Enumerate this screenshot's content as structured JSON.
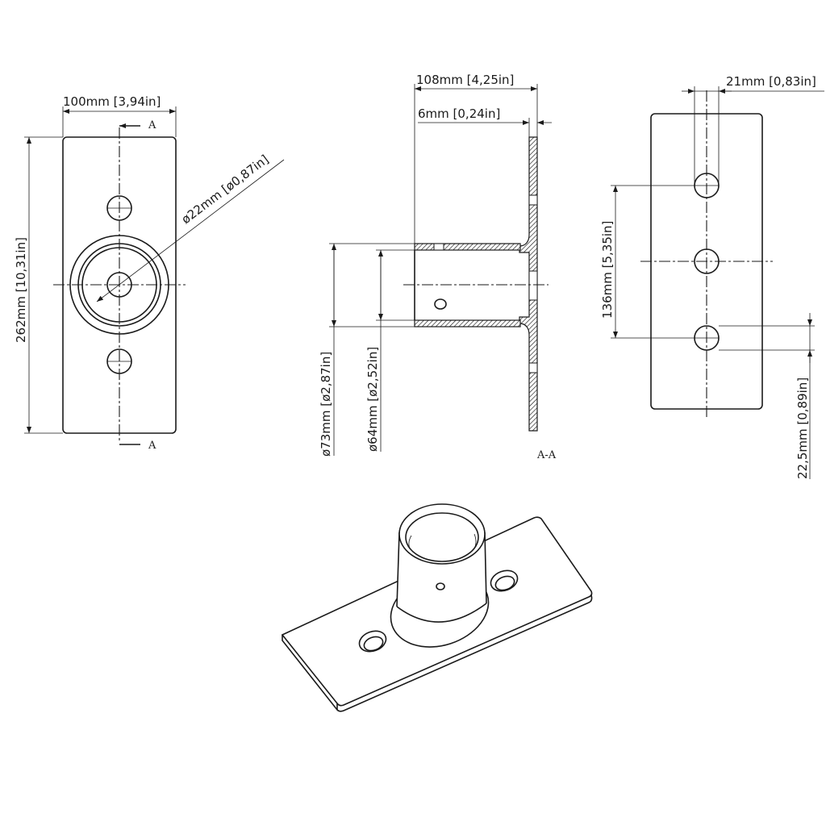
{
  "front_view": {
    "width_dim": "100mm [3,94in]",
    "height_dim": "262mm [10,31in]",
    "hole_dim": "ø22mm [ø0,87in]",
    "section_marker_top": "A",
    "section_marker_bottom": "A"
  },
  "section_view": {
    "length_dim": "108mm [4,25in]",
    "thickness_dim": "6mm [0,24in]",
    "outer_dia_dim": "ø73mm [ø2,87in]",
    "inner_dia_dim": "ø64mm [ø2,52in]",
    "section_label": "A-A"
  },
  "right_view": {
    "offset_dim": "21mm [0,83in]",
    "hole_spacing_dim": "136mm [5,35in]",
    "edge_dim": "22,5mm [0,89in]"
  },
  "isometric_view": {
    "description_icon": "tube-base-plate-isometric"
  }
}
